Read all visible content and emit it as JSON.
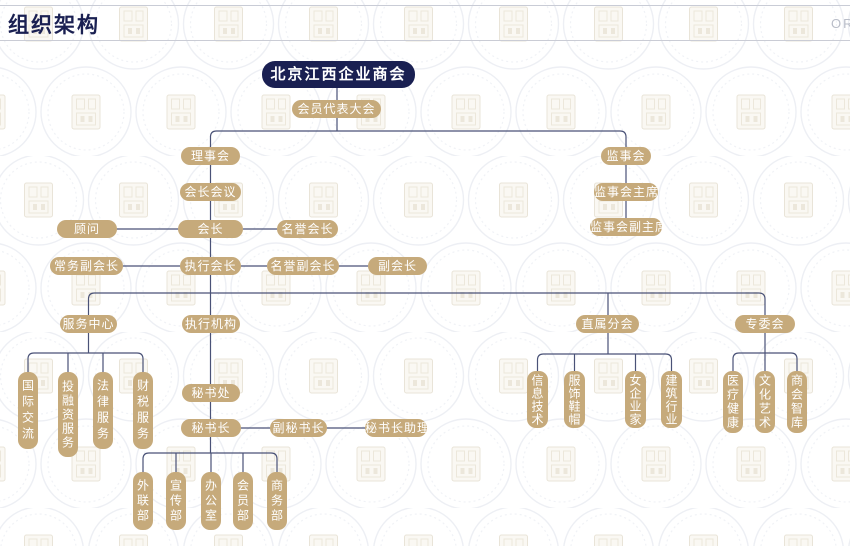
{
  "page": {
    "title": "组织架构",
    "header_right": "OR"
  },
  "colors": {
    "navy": "#1a2052",
    "tan": "#c6aa7b",
    "line": "#4a5277",
    "divider": "#c9ccd6"
  },
  "chart": {
    "nodes": {
      "root": "北京江西企业商会",
      "assembly": "会员代表大会",
      "council": "理事会",
      "president_meeting": "会长会议",
      "president": "会长",
      "advisor": "顾问",
      "honorary_president": "名誉会长",
      "standing_vp": "常务副会长",
      "executive_president": "执行会长",
      "honorary_vp": "名誉副会长",
      "vp": "副会长",
      "supervisory_board": "监事会",
      "supervisory_chairman": "监事会主席",
      "supervisory_vice_chairman": "监事会副主席",
      "service_center": "服务中心",
      "executive_org": "执行机构",
      "direct_branches": "直属分会",
      "special_committees": "专委会",
      "secretariat": "秘书处",
      "secretary_general": "秘书长",
      "deputy_sg": "副秘书长",
      "sg_assistant": "秘书长助理",
      "intl_exchange": "国际交流",
      "investment_service": "投融资服务",
      "legal_service": "法律服务",
      "tax_service": "财税服务",
      "liaison_dept": "外联部",
      "publicity_dept": "宣传部",
      "office": "办公室",
      "membership_dept": "会员部",
      "business_dept": "商务部",
      "info_tech": "信息技术",
      "apparel": "服饰鞋帽",
      "women_entrepreneurs": "女企业家",
      "construction": "建筑行业",
      "medical_health": "医疗健康",
      "culture_art": "文化艺术",
      "think_tank": "商会智库"
    }
  }
}
